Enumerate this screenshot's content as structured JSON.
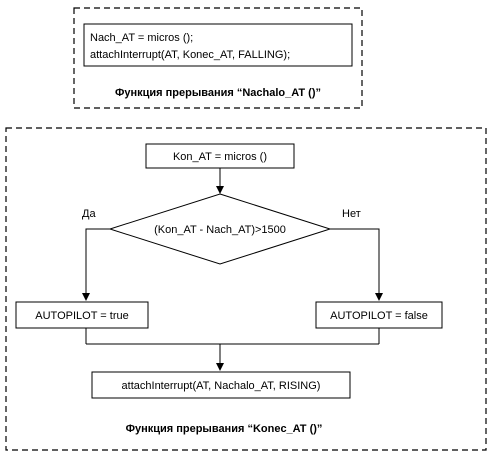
{
  "top_block": {
    "line1": "Nach_AT = micros ();",
    "line2": "attachInterrupt(AT, Konec_AT, FALLING);",
    "caption": "Функция прерывания “Nachalo_AT ()”"
  },
  "bottom_block": {
    "start": "Kon_AT = micros ()",
    "condition": "(Kon_AT - Nach_AT)>1500",
    "yes_label": "Да",
    "no_label": "Нет",
    "yes_action": "AUTOPILOT = true",
    "no_action": "AUTOPILOT = false",
    "final_action": "attachInterrupt(AT, Nachalo_AT, RISING)",
    "caption": "Функция прерывания “Konec_AT ()”"
  }
}
